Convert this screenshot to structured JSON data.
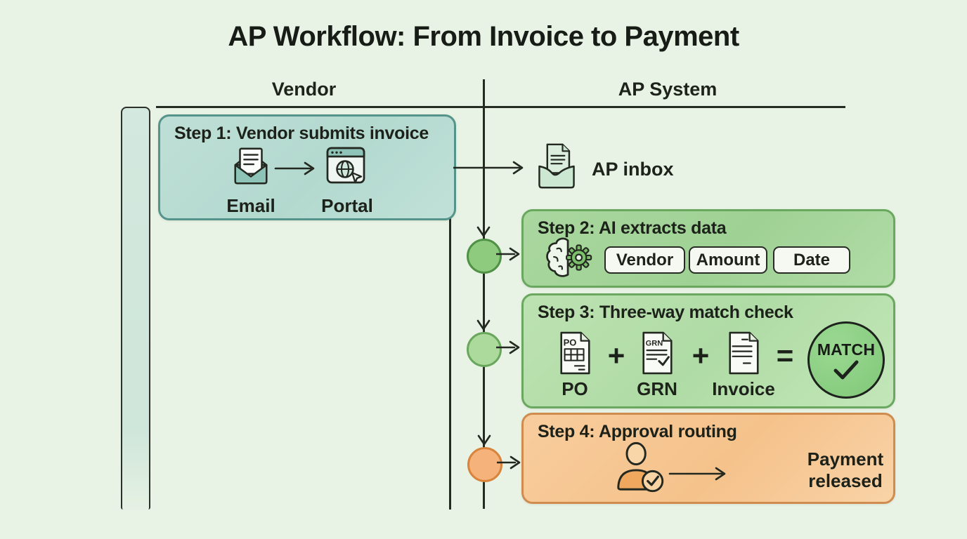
{
  "title": "AP Workflow: From Invoice to Payment",
  "lanes": {
    "vendor": "Vendor",
    "ap_system": "AP System"
  },
  "inbox": {
    "label": "AP inbox"
  },
  "steps": [
    {
      "title": "Step 1: Vendor submits invoice",
      "channels": [
        {
          "label": "Email"
        },
        {
          "label": "Portal"
        }
      ]
    },
    {
      "title": "Step 2: AI extracts data",
      "fields": [
        "Vendor",
        "Amount",
        "Date"
      ]
    },
    {
      "title": "Step 3: Three-way match check",
      "documents": [
        {
          "icon_text": "PO",
          "label": "PO"
        },
        {
          "icon_text": "GRN",
          "label": "GRN"
        },
        {
          "label": "Invoice"
        }
      ],
      "operators": [
        "+",
        "+",
        "="
      ],
      "result": "MATCH"
    },
    {
      "title": "Step 4: Approval routing",
      "outcome_line1": "Payment",
      "outcome_line2": "released"
    }
  ],
  "colors": {
    "background": "#e9f3e5",
    "ink": "#252a22",
    "step1_fill": "#b9dcd3",
    "step1_border": "#55948a",
    "step2_fill": "#a6d59c",
    "step3_fill": "#b5dfab",
    "green_border": "#69a85e",
    "step4_fill": "#f7c996",
    "orange_border": "#cf8c4e",
    "node1_fill": "#8ecb7f",
    "node2_fill": "#acda9c",
    "node3_fill": "#f5b27b",
    "match_fill": "#8bcf83",
    "field_fill": "#f5f9f2",
    "lane_bar_fill": "#d0e6dc"
  }
}
